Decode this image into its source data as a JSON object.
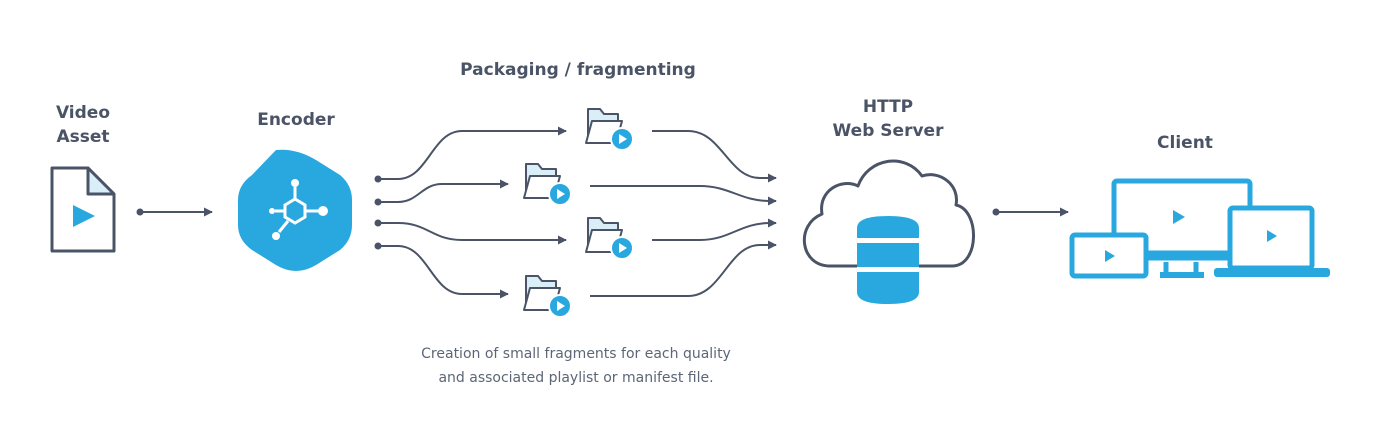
{
  "nodes": {
    "video_asset": {
      "line1": "Video",
      "line2": "Asset"
    },
    "encoder": {
      "label": "Encoder"
    },
    "packaging": {
      "label": "Packaging / fragmenting"
    },
    "server": {
      "line1": "HTTP",
      "line2": "Web Server"
    },
    "client": {
      "label": "Client"
    }
  },
  "caption": {
    "line1": "Creation of small fragments for each quality",
    "line2": "and associated playlist or manifest file."
  },
  "colors": {
    "accent": "#29a8e0",
    "stroke": "#4a5466",
    "fill_light": "#daeef8"
  },
  "icons": [
    "file-video-icon",
    "encoder-hexagon-icon",
    "folder-play-icon",
    "cloud-database-icon",
    "devices-icon"
  ]
}
